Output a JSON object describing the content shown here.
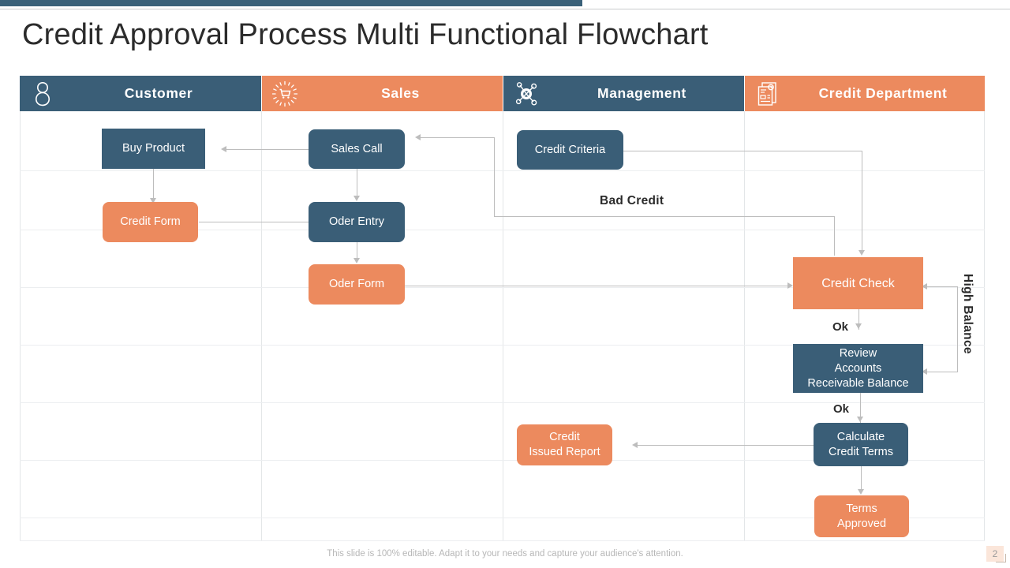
{
  "slide": {
    "title": "Credit Approval Process Multi Functional Flowchart",
    "footer_note": "This slide is 100% editable. Adapt it to your needs and capture your audience's attention.",
    "page_number": "2"
  },
  "colors": {
    "dark_blue": "#3A5E77",
    "orange": "#EC8A5E",
    "accent_bar": "#3A6179",
    "connector": "#bdbdbd",
    "grid": "#e3e6e8",
    "text_dark": "#2b2b2b",
    "footer_text": "#b7b7b7"
  },
  "lanes": [
    {
      "id": "customer",
      "label": "Customer",
      "icon": "person-icon",
      "style": "dark"
    },
    {
      "id": "sales",
      "label": "Sales",
      "icon": "shopping-cart-icon",
      "style": "orange"
    },
    {
      "id": "management",
      "label": "Management",
      "icon": "network-hub-icon",
      "style": "dark"
    },
    {
      "id": "credit-department",
      "label": "Credit Department",
      "icon": "invoice-icon",
      "style": "orange"
    }
  ],
  "nodes": [
    {
      "id": "buy-product",
      "label": "Buy Product",
      "lane": "customer",
      "style": "dark",
      "shape": "sharp"
    },
    {
      "id": "credit-form",
      "label": "Credit Form",
      "lane": "customer",
      "style": "orange",
      "shape": "round"
    },
    {
      "id": "sales-call",
      "label": "Sales Call",
      "lane": "sales",
      "style": "dark",
      "shape": "round"
    },
    {
      "id": "oder-entry",
      "label": "Oder Entry",
      "lane": "sales",
      "style": "dark",
      "shape": "round"
    },
    {
      "id": "oder-form",
      "label": "Oder Form",
      "lane": "sales",
      "style": "orange",
      "shape": "round"
    },
    {
      "id": "credit-criteria",
      "label": "Credit Criteria",
      "lane": "management",
      "style": "dark",
      "shape": "round"
    },
    {
      "id": "credit-issued-report",
      "label": "Credit\nIssued Report",
      "lane": "management",
      "style": "orange",
      "shape": "round"
    },
    {
      "id": "credit-check",
      "label": "Credit Check",
      "lane": "credit-department",
      "style": "orange",
      "shape": "sharp"
    },
    {
      "id": "review-accounts",
      "label": "Review\nAccounts\nReceivable Balance",
      "lane": "credit-department",
      "style": "dark",
      "shape": "sharp"
    },
    {
      "id": "calculate-credit-terms",
      "label": "Calculate\nCredit Terms",
      "lane": "credit-department",
      "style": "dark",
      "shape": "round"
    },
    {
      "id": "terms-approved",
      "label": "Terms\nApproved",
      "lane": "credit-department",
      "style": "orange",
      "shape": "round"
    }
  ],
  "edge_labels": {
    "bad_credit": "Bad Credit",
    "ok_1": "Ok",
    "ok_2": "Ok",
    "high_balance": "High Balance"
  },
  "flow": [
    {
      "from": "sales-call",
      "to": "buy-product",
      "label": ""
    },
    {
      "from": "buy-product",
      "to": "credit-form",
      "label": ""
    },
    {
      "from": "credit-form",
      "to": "oder-entry",
      "label": ""
    },
    {
      "from": "sales-call",
      "to": "oder-entry",
      "label": ""
    },
    {
      "from": "oder-entry",
      "to": "oder-form",
      "label": ""
    },
    {
      "from": "oder-form",
      "to": "credit-check",
      "label": ""
    },
    {
      "from": "credit-criteria",
      "to": "credit-check",
      "label": ""
    },
    {
      "from": "credit-check",
      "to": "credit-criteria",
      "label": ""
    },
    {
      "from": "credit-check",
      "to": "sales-call",
      "label": "Bad Credit"
    },
    {
      "from": "credit-check",
      "to": "review-accounts",
      "label": "Ok"
    },
    {
      "from": "review-accounts",
      "to": "credit-check",
      "label": "High Balance"
    },
    {
      "from": "review-accounts",
      "to": "calculate-credit-terms",
      "label": "Ok"
    },
    {
      "from": "calculate-credit-terms",
      "to": "credit-issued-report",
      "label": ""
    },
    {
      "from": "calculate-credit-terms",
      "to": "terms-approved",
      "label": ""
    }
  ]
}
